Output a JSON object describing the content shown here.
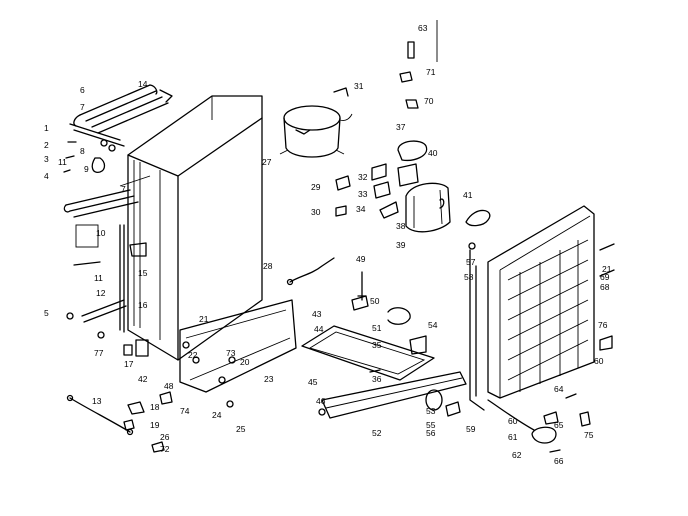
{
  "diagram": {
    "labels": [
      {
        "id": "1",
        "t": "1"
      },
      {
        "id": "2",
        "t": "2"
      },
      {
        "id": "3",
        "t": "3"
      },
      {
        "id": "4",
        "t": "4"
      },
      {
        "id": "5",
        "t": "5"
      },
      {
        "id": "6",
        "t": "6"
      },
      {
        "id": "7",
        "t": "7"
      },
      {
        "id": "7b",
        "t": "7"
      },
      {
        "id": "8",
        "t": "8"
      },
      {
        "id": "9",
        "t": "9"
      },
      {
        "id": "10",
        "t": "10"
      },
      {
        "id": "11",
        "t": "11"
      },
      {
        "id": "12",
        "t": "12"
      },
      {
        "id": "13",
        "t": "13"
      },
      {
        "id": "14",
        "t": "14"
      },
      {
        "id": "15",
        "t": "15"
      },
      {
        "id": "16",
        "t": "16"
      },
      {
        "id": "17",
        "t": "17"
      },
      {
        "id": "18",
        "t": "18"
      },
      {
        "id": "19",
        "t": "19"
      },
      {
        "id": "20",
        "t": "20"
      },
      {
        "id": "21",
        "t": "21"
      },
      {
        "id": "22",
        "t": "22"
      },
      {
        "id": "23",
        "t": "23"
      },
      {
        "id": "24",
        "t": "24"
      },
      {
        "id": "25",
        "t": "25"
      },
      {
        "id": "26",
        "t": "26"
      },
      {
        "id": "27",
        "t": "27"
      },
      {
        "id": "28",
        "t": "28"
      },
      {
        "id": "29",
        "t": "29"
      },
      {
        "id": "30",
        "t": "30"
      },
      {
        "id": "31",
        "t": "31"
      },
      {
        "id": "32",
        "t": "32"
      },
      {
        "id": "33",
        "t": "33"
      },
      {
        "id": "34",
        "t": "34"
      },
      {
        "id": "35",
        "t": "35"
      },
      {
        "id": "36",
        "t": "36"
      },
      {
        "id": "37",
        "t": "37"
      },
      {
        "id": "38",
        "t": "38"
      },
      {
        "id": "39",
        "t": "39"
      },
      {
        "id": "40",
        "t": "40"
      },
      {
        "id": "41",
        "t": "41"
      },
      {
        "id": "42",
        "t": "42"
      },
      {
        "id": "43",
        "t": "43"
      },
      {
        "id": "44",
        "t": "44"
      },
      {
        "id": "45",
        "t": "45"
      },
      {
        "id": "46",
        "t": "46"
      },
      {
        "id": "48",
        "t": "48"
      },
      {
        "id": "49",
        "t": "49"
      },
      {
        "id": "50",
        "t": "50"
      },
      {
        "id": "51",
        "t": "51"
      },
      {
        "id": "52",
        "t": "52"
      },
      {
        "id": "53",
        "t": "53"
      },
      {
        "id": "54",
        "t": "54"
      },
      {
        "id": "55",
        "t": "55"
      },
      {
        "id": "56",
        "t": "56"
      },
      {
        "id": "57",
        "t": "57"
      },
      {
        "id": "58",
        "t": "58"
      },
      {
        "id": "59",
        "t": "59"
      },
      {
        "id": "60",
        "t": "60"
      },
      {
        "id": "60b",
        "t": "60"
      },
      {
        "id": "61",
        "t": "61"
      },
      {
        "id": "62",
        "t": "62"
      },
      {
        "id": "63",
        "t": "63"
      },
      {
        "id": "64",
        "t": "64"
      },
      {
        "id": "65",
        "t": "65"
      },
      {
        "id": "66",
        "t": "66"
      },
      {
        "id": "68",
        "t": "68"
      },
      {
        "id": "69",
        "t": "69"
      },
      {
        "id": "70",
        "t": "70"
      },
      {
        "id": "71",
        "t": "71"
      },
      {
        "id": "72",
        "t": "72"
      },
      {
        "id": "73",
        "t": "73"
      },
      {
        "id": "74",
        "t": "74"
      },
      {
        "id": "75",
        "t": "75"
      },
      {
        "id": "76",
        "t": "76"
      },
      {
        "id": "77",
        "t": "77"
      },
      {
        "id": "21b",
        "t": "21"
      },
      {
        "id": "11b",
        "t": "11"
      }
    ]
  }
}
